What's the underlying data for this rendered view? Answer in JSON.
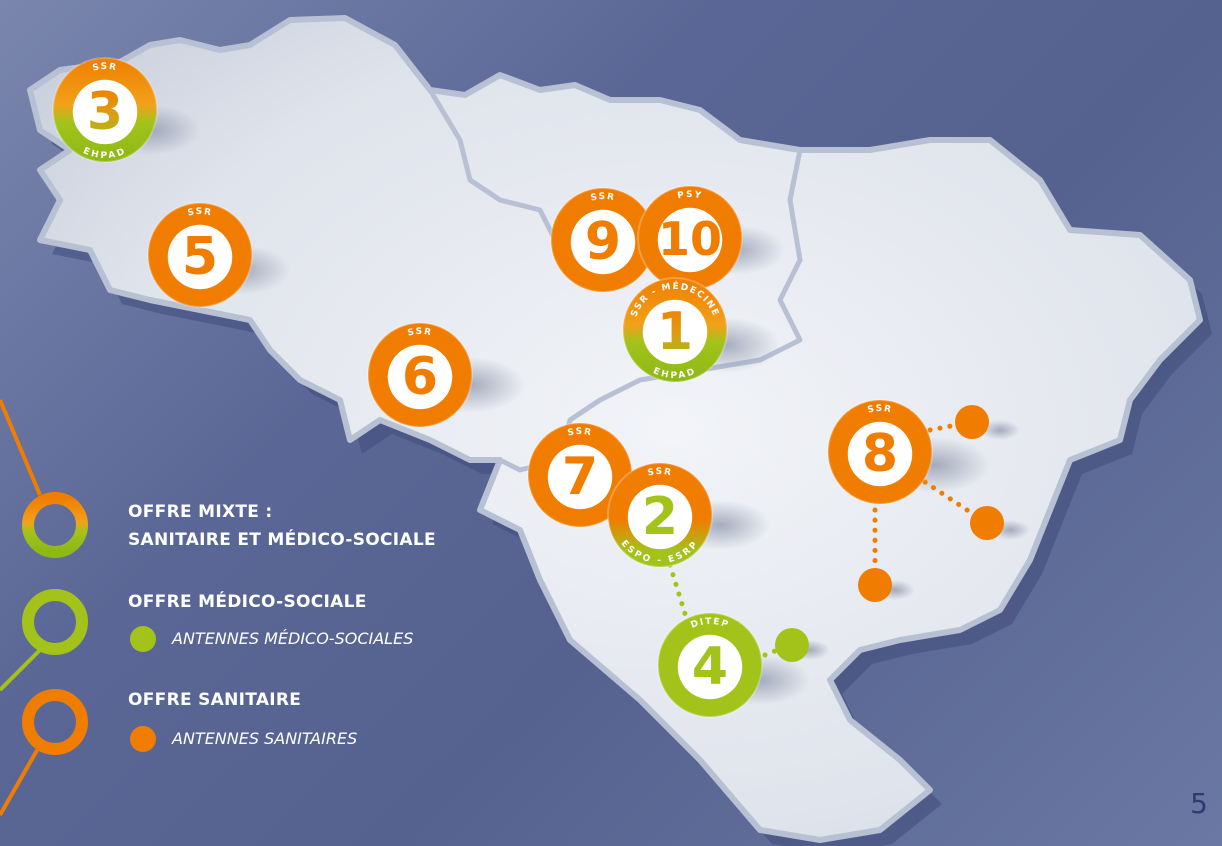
{
  "colors": {
    "orange": "#f07d00",
    "green": "#a3c31a",
    "background": "#5a6796",
    "map_fill": "#e6e9ef",
    "map_border": "#b4bccf"
  },
  "markers": [
    {
      "number": "1",
      "top_label": "SSR - MÉDECINE",
      "bottom_label": "EHPAD",
      "type": "mixte"
    },
    {
      "number": "2",
      "top_label": "SSR",
      "bottom_label": "ESPO - ESRP",
      "type": "mixte-orange"
    },
    {
      "number": "3",
      "top_label": "SSR",
      "bottom_label": "EHPAD",
      "type": "mixte"
    },
    {
      "number": "4",
      "top_label": "DITEP",
      "bottom_label": "",
      "type": "medico"
    },
    {
      "number": "5",
      "top_label": "SSR",
      "bottom_label": "",
      "type": "sanitaire"
    },
    {
      "number": "6",
      "top_label": "SSR",
      "bottom_label": "",
      "type": "sanitaire"
    },
    {
      "number": "7",
      "top_label": "SSR",
      "bottom_label": "",
      "type": "sanitaire"
    },
    {
      "number": "8",
      "top_label": "SSR",
      "bottom_label": "",
      "type": "sanitaire"
    },
    {
      "number": "9",
      "top_label": "SSR",
      "bottom_label": "",
      "type": "sanitaire"
    },
    {
      "number": "10",
      "top_label": "PSY",
      "bottom_label": "",
      "type": "sanitaire"
    }
  ],
  "legend": {
    "mixte_line1": "OFFRE MIXTE :",
    "mixte_line2": "SANITAIRE ET MÉDICO-SOCIALE",
    "medico_title": "OFFRE MÉDICO-SOCIALE",
    "medico_sub": "ANTENNES MÉDICO-SOCIALES",
    "sanitaire_title": "OFFRE SANITAIRE",
    "sanitaire_sub": "ANTENNES SANITAIRES"
  },
  "page_number": "5"
}
